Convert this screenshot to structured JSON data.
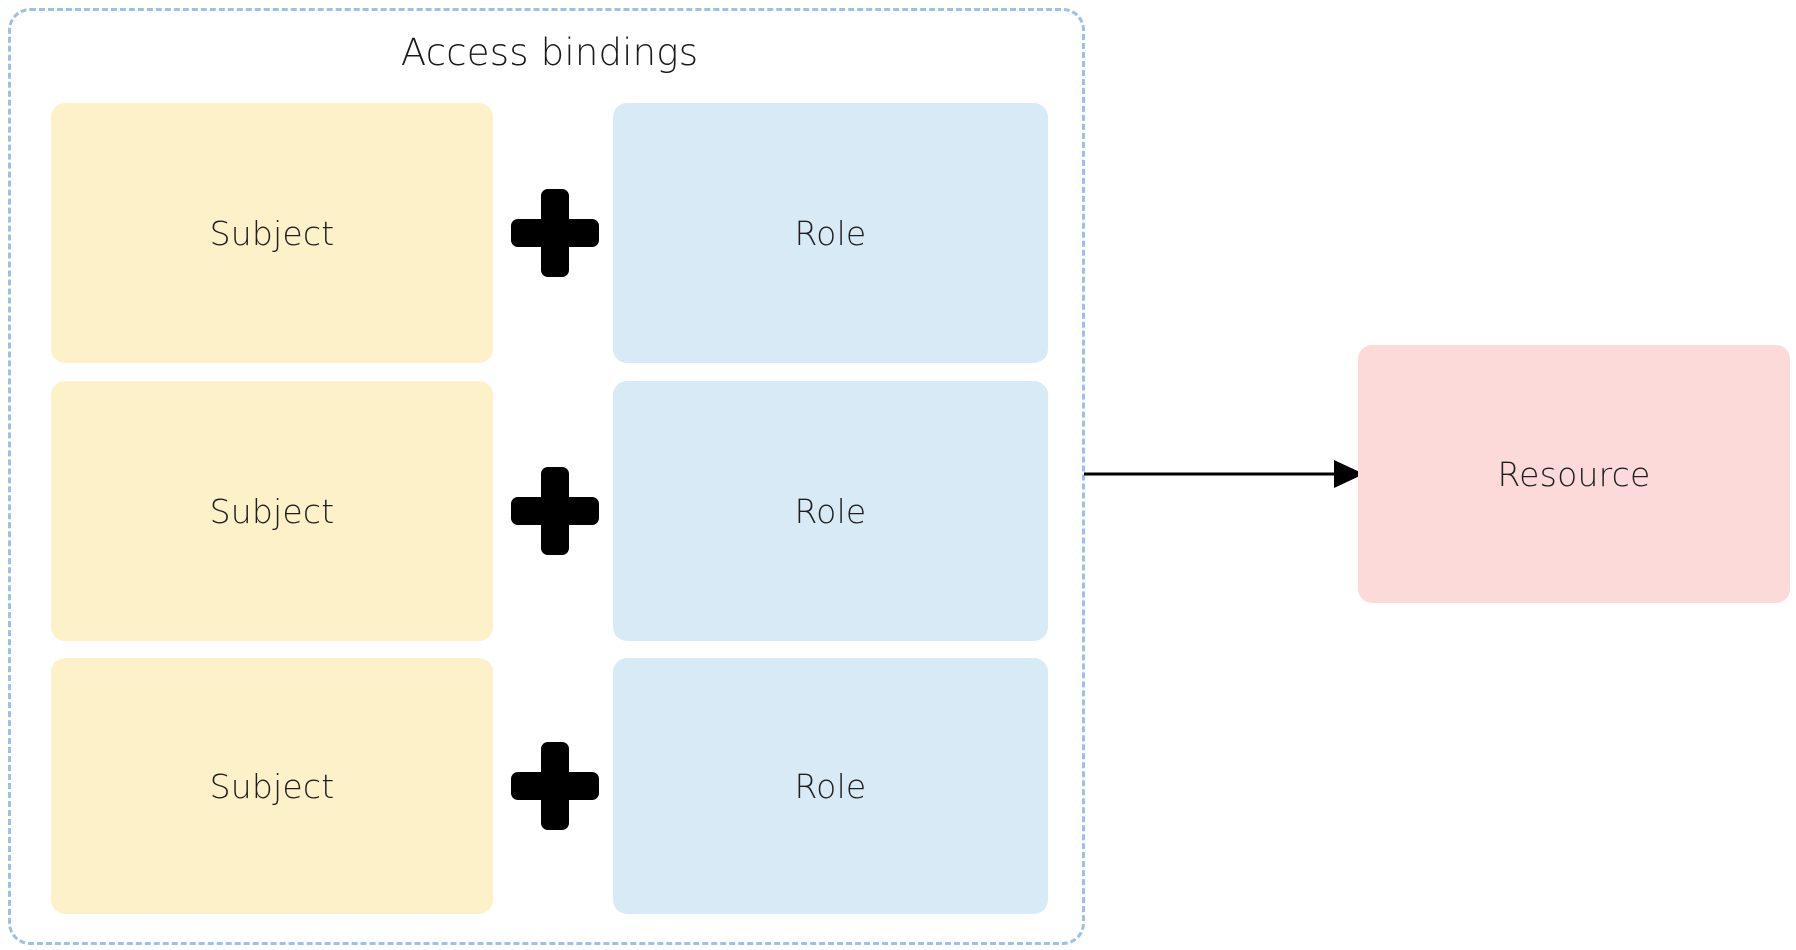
{
  "diagram": {
    "title": "Access bindings",
    "background_color": "#ffffff",
    "group": {
      "label": "Access bindings",
      "border_color": "#9cc0e8",
      "border_style": "dashed"
    },
    "bindings": [
      {
        "subject_label": "Subject",
        "operator": "+",
        "role_label": "Role"
      },
      {
        "subject_label": "Subject",
        "operator": "+",
        "role_label": "Role"
      },
      {
        "subject_label": "Subject",
        "operator": "+",
        "role_label": "Role"
      }
    ],
    "resource": {
      "label": "Resource",
      "color": "#fcdada"
    },
    "colors": {
      "subject": "#fdf1c9",
      "role": "#d9eaf7",
      "resource": "#fcdada",
      "group_border": "#9cc0e8",
      "arrow": "#000000",
      "text": "#1f1f1f"
    },
    "connector": {
      "from": "Access bindings",
      "to": "Resource",
      "style": "solid-arrow"
    }
  }
}
